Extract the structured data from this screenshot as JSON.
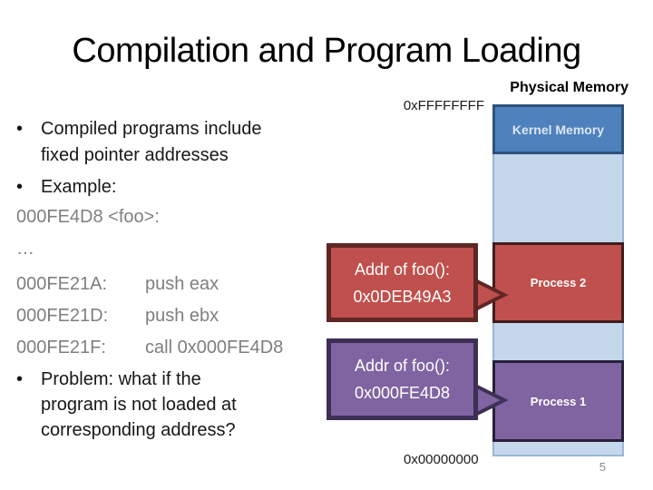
{
  "slide": {
    "title": "Compilation and Program Loading",
    "page_number": "5"
  },
  "body": {
    "bullet_char": "•",
    "lines": [
      {
        "type": "bullet",
        "text": "Compiled programs include"
      },
      {
        "type": "wrap",
        "text": "fixed pointer addresses"
      },
      {
        "type": "bullet",
        "text": "Example:"
      },
      {
        "type": "code",
        "text": "000FE4D8 <foo>:"
      },
      {
        "type": "code",
        "text": "…"
      },
      {
        "type": "code2",
        "addr": "000FE21A:",
        "instr": "push eax"
      },
      {
        "type": "code2",
        "addr": "000FE21D:",
        "instr": "push ebx"
      },
      {
        "type": "code2",
        "addr": "000FE21F:",
        "instr": "call 0x000FE4D8"
      },
      {
        "type": "bullet",
        "text": "Problem: what if the"
      },
      {
        "type": "wrap",
        "text": "program is not loaded at"
      },
      {
        "type": "wrap",
        "text": "corresponding address?"
      }
    ],
    "code_color": "#7f7f7f",
    "text_color": "#171717"
  },
  "diagram": {
    "label": "Physical Memory",
    "address_top": "0xFFFFFFFF",
    "address_bottom": "0x00000000",
    "column_fill": "#c5d7eb",
    "column_border": "#9bb6d5",
    "segments": {
      "kernel": {
        "label": "Kernel Memory",
        "fill": "#4f81bd",
        "border": "#2e527b",
        "text_color": "#dce6f3"
      },
      "process2": {
        "label": "Process 2",
        "fill": "#c0504d",
        "border": "#401d1c",
        "text_color": "#ffffff"
      },
      "process1": {
        "label": "Process 1",
        "fill": "#8064a2",
        "border": "#282039",
        "text_color": "#ffffff"
      }
    },
    "callouts": {
      "red": {
        "line1": "Addr of foo():",
        "line2": "0x0DEB49A3",
        "fill": "#c0504d",
        "border": "#5e2625"
      },
      "purple": {
        "line1": "Addr of foo():",
        "line2": "0x000FE4D8",
        "fill": "#8064a2",
        "border": "#3d3054"
      }
    }
  }
}
